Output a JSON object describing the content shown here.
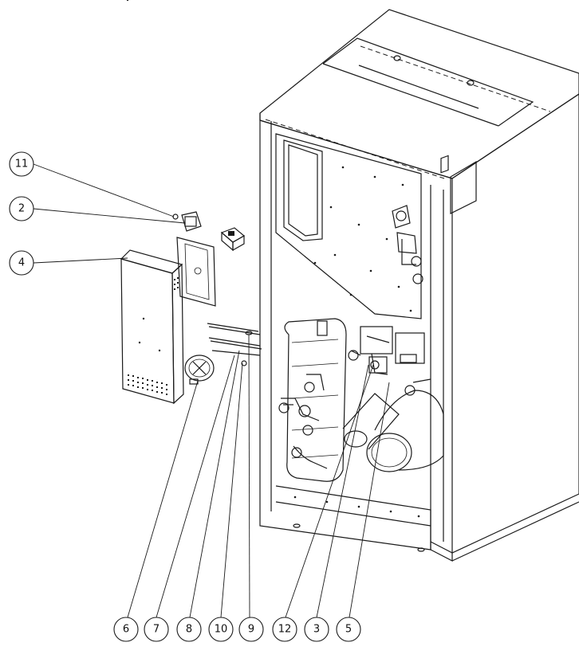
{
  "callouts": {
    "c11": "11",
    "c2": "2",
    "c4": "4",
    "c6": "6",
    "c7": "7",
    "c8": "8",
    "c10": "10",
    "c9": "9",
    "c12": "12",
    "c3": "3",
    "c5": "5"
  },
  "colors": {
    "line": "#1a1a1a",
    "background": "#ffffff"
  }
}
